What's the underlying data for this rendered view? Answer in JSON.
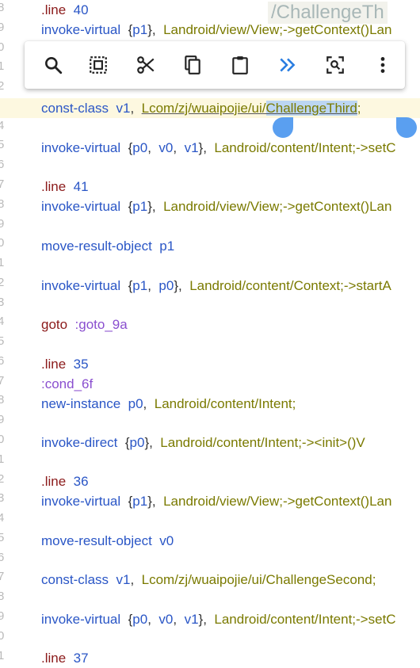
{
  "overlay_text": "/ChallengeTh",
  "line_numbers": [
    "8",
    "9",
    "0",
    "1",
    "2",
    "3",
    "4",
    "5",
    "6",
    "7",
    "8",
    "9",
    "0",
    "1",
    "2",
    "3",
    "4",
    "5",
    "6",
    "7",
    "8",
    "9",
    "0",
    "1",
    "2",
    "3",
    "4",
    "5",
    "6",
    "7",
    "8",
    "9",
    "0",
    "1"
  ],
  "code": {
    "l1": {
      "kw": ".line",
      "num": "40"
    },
    "l2": {
      "op": "invoke-virtual",
      "reg": "p1",
      "ty": "Landroid/view/View;->getContext()Lan"
    },
    "l5": {
      "op": "const-class",
      "reg": "v1",
      "ty_pre": "Lcom/zj/wuaipojie/ui/",
      "ty_sel": "ChallengeThird",
      "ty_post": ";"
    },
    "l7": {
      "op": "invoke-virtual",
      "r1": "p0",
      "r2": "v0",
      "r3": "v1",
      "ty": "Landroid/content/Intent;->setC"
    },
    "l9": {
      "kw": ".line",
      "num": "41"
    },
    "l10": {
      "op": "invoke-virtual",
      "reg": "p1",
      "ty": "Landroid/view/View;->getContext()Lan"
    },
    "l12": {
      "op": "move-result-object",
      "reg": "p1"
    },
    "l14": {
      "op": "invoke-virtual",
      "r1": "p1",
      "r2": "p0",
      "ty": "Landroid/content/Context;->startA"
    },
    "l16": {
      "kw": "goto",
      "lbl": ":goto_9a"
    },
    "l18": {
      "kw": ".line",
      "num": "35"
    },
    "l19": {
      "lbl": ":cond_6f"
    },
    "l20": {
      "op": "new-instance",
      "reg": "p0",
      "ty": "Landroid/content/Intent;"
    },
    "l22": {
      "op": "invoke-direct",
      "reg": "p0",
      "ty": "Landroid/content/Intent;-><init>()V"
    },
    "l24": {
      "kw": ".line",
      "num": "36"
    },
    "l25": {
      "op": "invoke-virtual",
      "reg": "p1",
      "ty": "Landroid/view/View;->getContext()Lan"
    },
    "l27": {
      "op": "move-result-object",
      "reg": "v0"
    },
    "l29": {
      "op": "const-class",
      "reg": "v1",
      "ty": "Lcom/zj/wuaipojie/ui/ChallengeSecond;"
    },
    "l31": {
      "op": "invoke-virtual",
      "r1": "p0",
      "r2": "v0",
      "r3": "v1",
      "ty": "Landroid/content/Intent;->setC"
    },
    "l33": {
      "kw": ".line",
      "num": "37"
    }
  },
  "toolbar": {
    "items": [
      "search-icon",
      "select-all-icon",
      "cut-icon",
      "copy-icon",
      "paste-icon",
      "expand-more-icon",
      "find-icon",
      "more-vert-icon"
    ],
    "accent": "#2a7de1"
  }
}
